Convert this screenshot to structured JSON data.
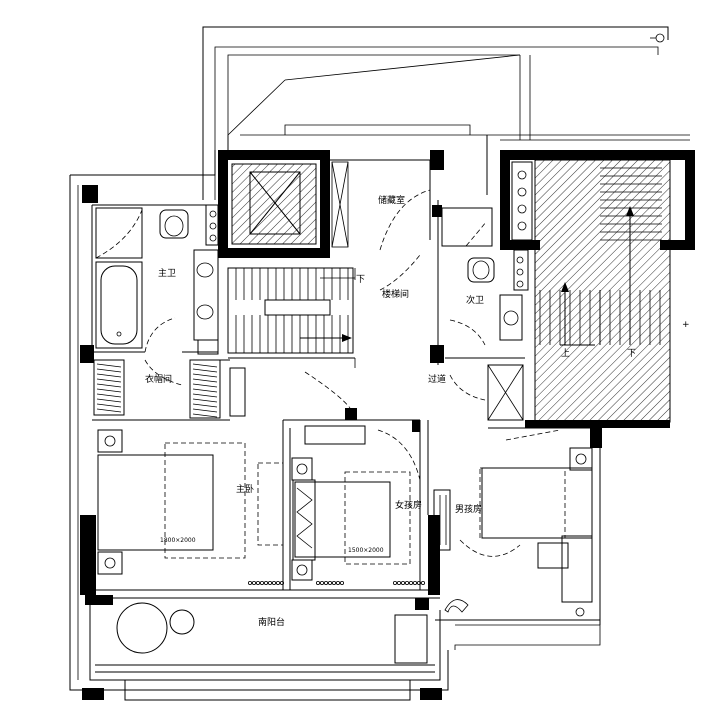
{
  "rooms": {
    "master_bath": "主卫",
    "walkin_closet": "衣帽间",
    "master_bedroom": "主卧",
    "storage": "储藏室",
    "stair_hall": "楼梯间",
    "second_bath": "次卫",
    "corridor": "过道",
    "children_room": "女孩房",
    "boys_room": "男孩房",
    "south_balcony": "南阳台"
  },
  "marks": {
    "stair_down_1": "下",
    "stair_up": "上",
    "stair_down_2": "下",
    "bed_size_1": "1800×2000",
    "bed_size_2": "1500×2000",
    "plus": "+"
  }
}
